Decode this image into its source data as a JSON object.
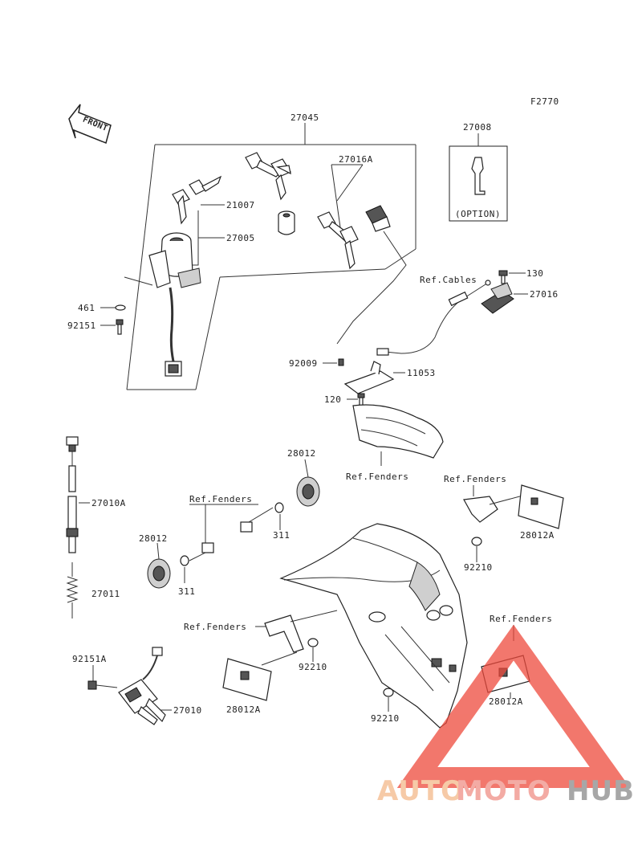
{
  "figure_code": "F2770",
  "front_label": "FRONT",
  "labels": {
    "l27045": "27045",
    "l27008": "27008",
    "option": "(OPTION)",
    "l27016A": "27016A",
    "l21007": "21007",
    "l27005": "27005",
    "l461": "461",
    "l92151": "92151",
    "refCables": "Ref.Cables",
    "l130": "130",
    "l27016": "27016",
    "l92009": "92009",
    "l11053": "11053",
    "l120": "120",
    "refFenders1": "Ref.Fenders",
    "l28012a": "28012",
    "l27010A": "27010A",
    "refFenders2": "Ref.Fenders",
    "refFenders3": "Ref.Fenders",
    "l311a": "311",
    "l28012b": "28012",
    "l311b": "311",
    "l28012Aa": "28012A",
    "l92210a": "92210",
    "l27011": "27011",
    "refFenders4": "Ref.Fenders",
    "refFenders5": "Ref.Fenders",
    "l92151A": "92151A",
    "l92210b": "92210",
    "l28012Ab": "28012A",
    "l27010": "27010",
    "l28012Ac": "28012A",
    "l92210c": "92210"
  },
  "watermark": {
    "part1": "AUTO",
    "part2": "MOTO",
    "part3": "HUB",
    "color_auto": "#f4b98a",
    "color_moto": "#f08f86",
    "color_hub": "#8a8a8a",
    "triangle_color": "#ee4a3c"
  }
}
